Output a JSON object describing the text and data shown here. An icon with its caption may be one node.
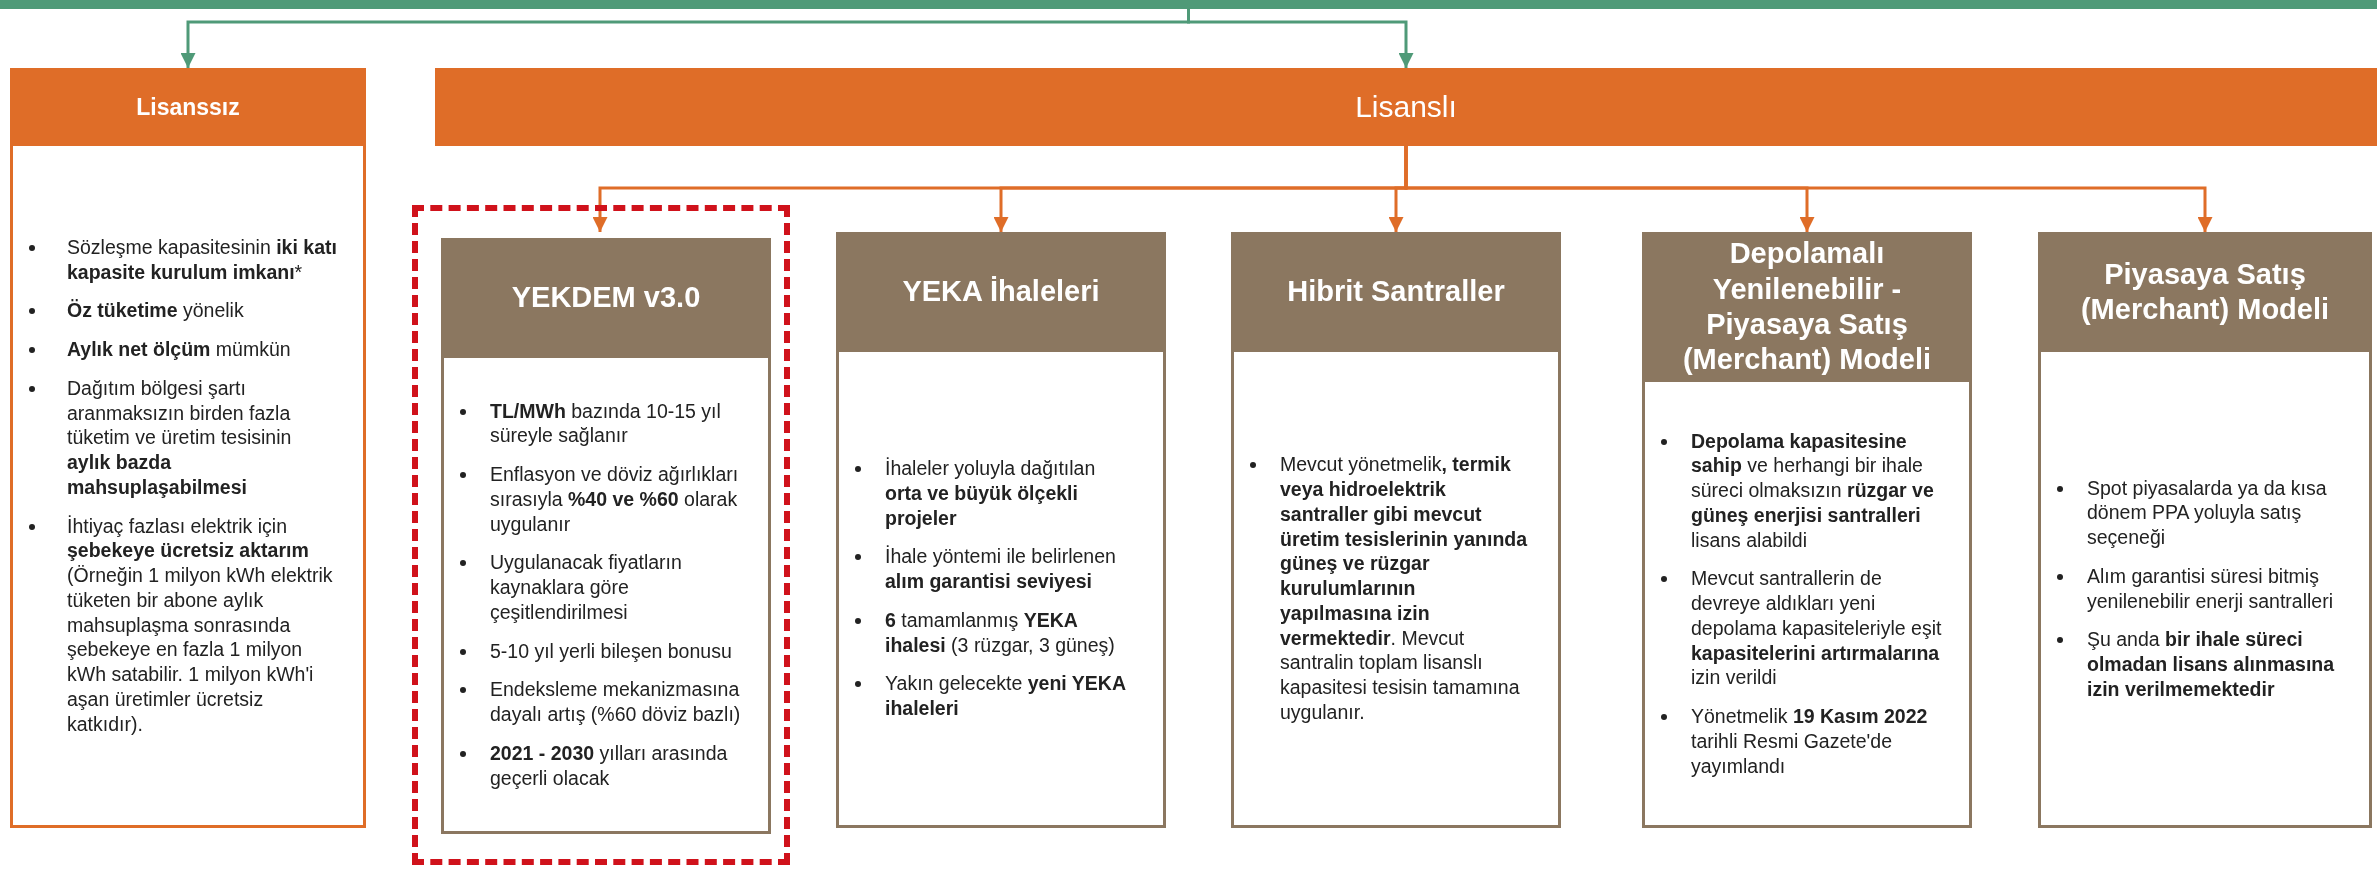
{
  "diagram": {
    "nodes": [
      {
        "text": [],
        "shape": "bar"
      },
      {
        "text": [
          "Lisanssız",
          "Sözleşme kapasitesinin **iki katı kapasite kurulum imkanı***",
          "**Öz tüketime** yönelik",
          "**Aylık net ölçüm** mümkün",
          "Dağıtım bölgesi şartı aranmaksızın birden fazla tüketim ve üretim tesisinin **aylık bazda mahsuplaşabilmesi**",
          "İhtiyaç fazlası elektrik için **şebekeye ücretsiz aktarım** (Örneğin 1 milyon kWh elektrik tüketen bir abone aylık mahsuplaşma sonrasında şebekeye en fazla 1 milyon kWh satabilir. 1 milyon kWh'i aşan üretimler ücretsiz katkıdır)."
        ]
      },
      {
        "text": [
          "Lisanslı"
        ]
      },
      {
        "text": [],
        "shape": "box"
      },
      {
        "text": [
          "YEKDEM v3.0",
          "**TL/MWh** bazında 10-15 yıl süreyle sağlanır",
          "Enflasyon ve döviz ağırlıkları sırasıyla **%40 ve %60** olarak uygulanır",
          "Uygulanacak fiyatların kaynaklara göre çeşitlendirilmesi",
          "5-10 yıl yerli bileşen bonusu",
          "Endeksleme mekanizmasına dayalı artış (%60 döviz bazlı)",
          "**2021 - 2030** yılları arasında geçerli olacak"
        ],
        "in": 3
      },
      {
        "text": [
          "YEKA İhaleleri",
          "İhaleler yoluyla dağıtılan **orta ve büyük ölçekli projeler**",
          "İhale yöntemi ile belirlenen **alım garantisi seviyesi**",
          "**6** tamamlanmış **YEKA ihalesi** (3 rüzgar, 3 güneş)",
          "Yakın gelecekte **yeni YEKA ihaleleri**"
        ]
      },
      {
        "text": [
          "Hibrit Santraller",
          "Mevcut yönetmelik**, termik veya hidroelektrik santraller gibi mevcut üretim tesislerinin yanında güneş ve rüzgar kurulumlarının yapılmasına izin vermektedir**. Mevcut santralin toplam lisanslı kapasitesi tesisin tamamına uygulanır."
        ]
      },
      {
        "text": [
          "Depolamalı Yenilenebilir - Piyasaya Satış (Merchant) Modeli",
          "**Depolama kapasitesine sahip** ve herhangi bir ihale süreci olmaksızın **rüzgar ve güneş enerjisi santralleri** lisans alabildi",
          "Mevcut santrallerin de devreye aldıkları yeni depolama kapasiteleriyle eşit **kapasitelerini artırmalarına** izin verildi",
          "Yönetmelik **19 Kasım 2022** tarihli Resmi Gazete'de yayımlandı"
        ]
      },
      {
        "text": [
          "Piyasaya Satış (Merchant) Modeli",
          "Spot piyasalarda ya da kısa dönem PPA yoluyla satış seçeneği",
          "Alım garantisi süresi bitmiş yenilenebilir enerji santralleri",
          "Şu anda **bir ihale süreci olmadan lisans alınmasına izin verilmemektedir**"
        ]
      }
    ],
    "edges": [
      {
        "from": 0,
        "to": 1,
        "arrow": "to",
        "color": "#4f9a78"
      },
      {
        "from": 0,
        "to": 2,
        "arrow": "to",
        "color": "#4f9a78"
      },
      {
        "from": 2,
        "to": 4,
        "arrow": "to"
      },
      {
        "from": 2,
        "to": 5,
        "arrow": "to"
      },
      {
        "from": 2,
        "to": 6,
        "arrow": "to"
      },
      {
        "from": 2,
        "to": 7,
        "arrow": "to"
      },
      {
        "from": 2,
        "to": 8,
        "arrow": "to"
      }
    ]
  }
}
